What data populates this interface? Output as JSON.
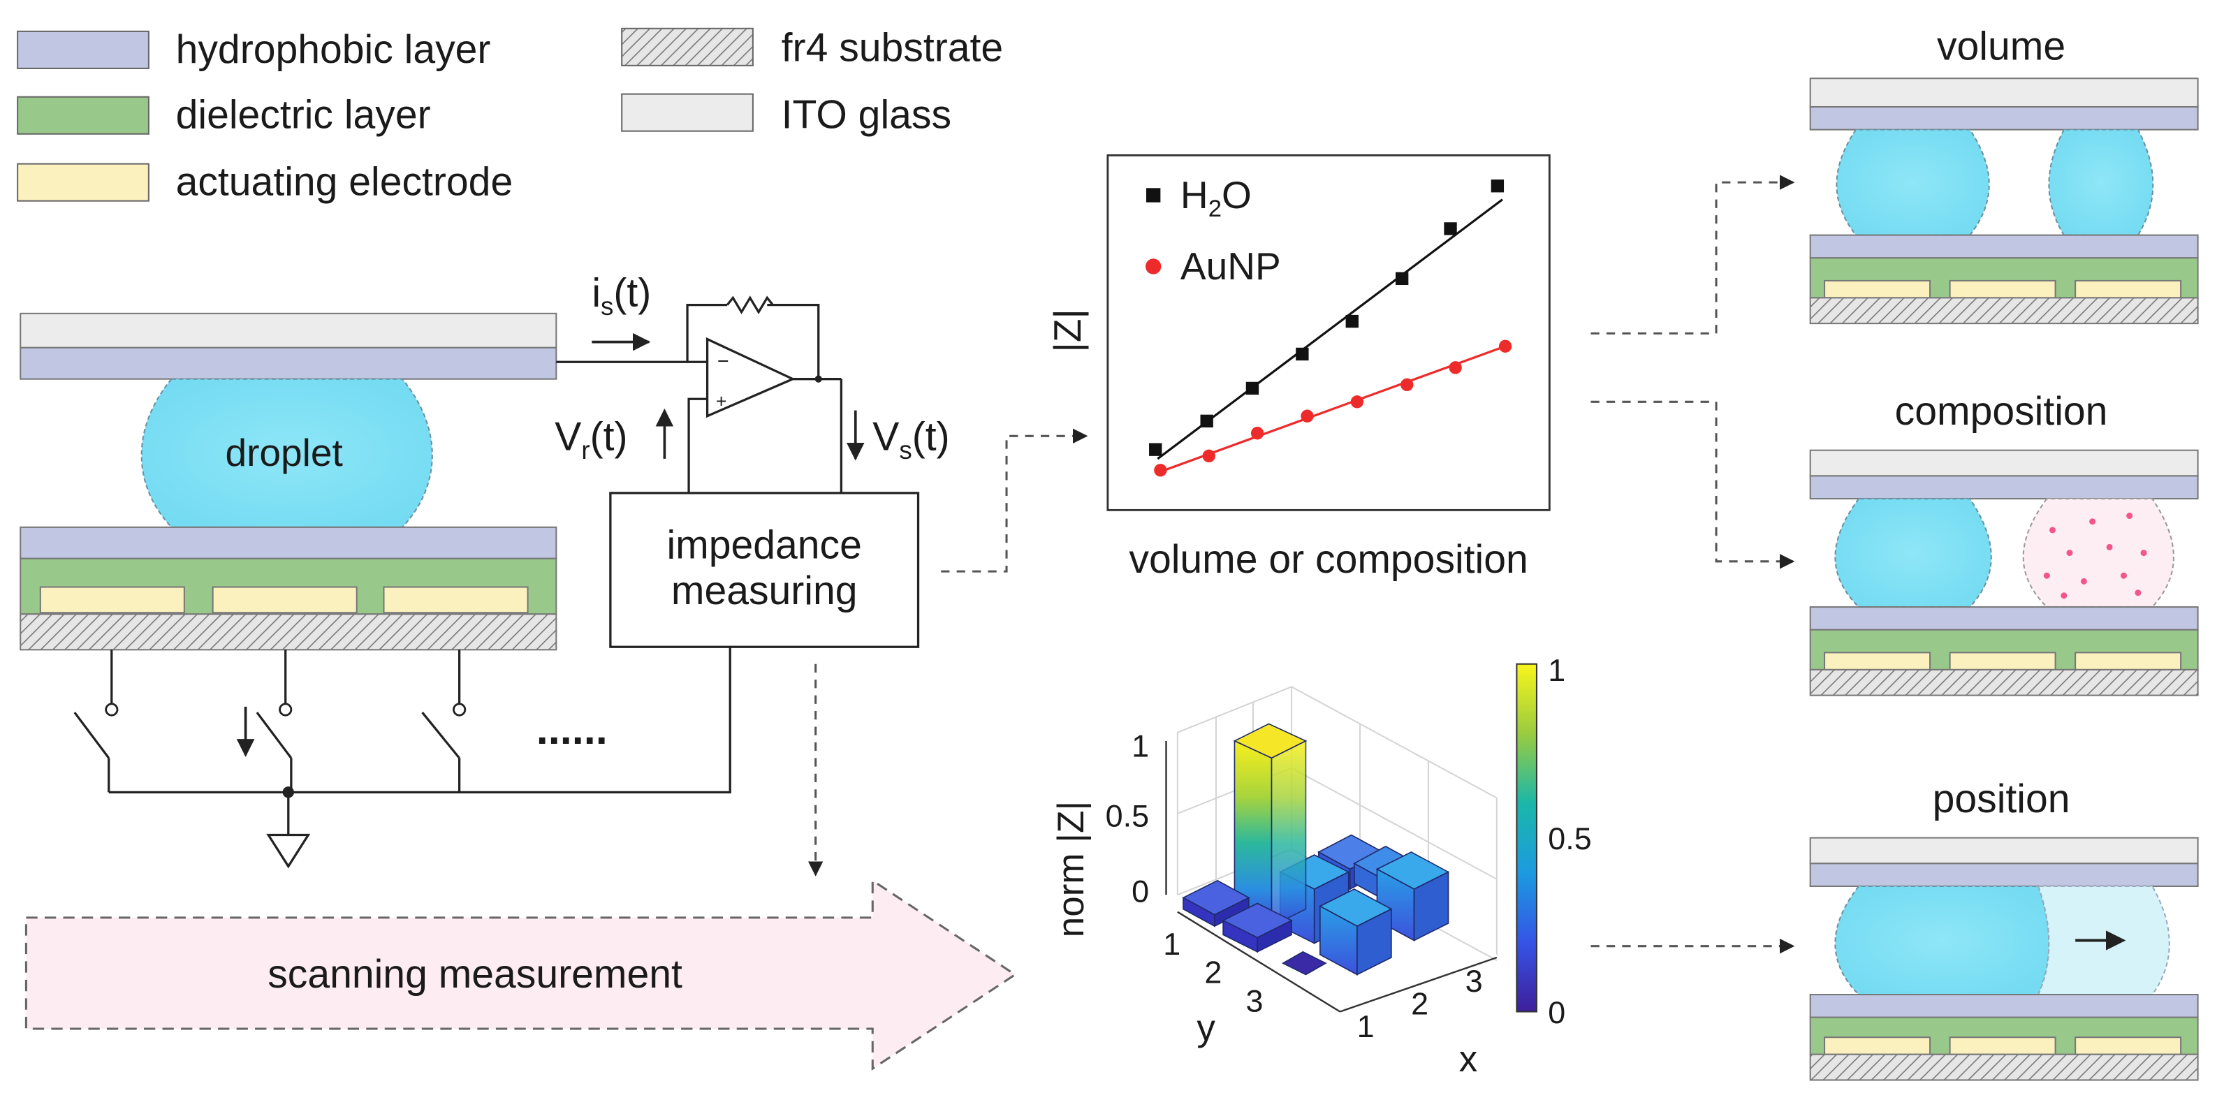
{
  "legend": {
    "hydrophobic": "hydrophobic layer",
    "dielectric": "dielectric layer",
    "electrode": "actuating electrode",
    "fr4": "fr4 substrate",
    "ito": "ITO glass"
  },
  "circuit": {
    "droplet": "droplet",
    "is_main": "i",
    "is_sub": "s",
    "is_tail": "(t)",
    "vr_main": "V",
    "vr_sub": "r",
    "vr_tail": "(t)",
    "vs_main": "V",
    "vs_sub": "s",
    "vs_tail": "(t)",
    "impedance_line1": "impedance",
    "impedance_line2": "measuring",
    "dots": "......",
    "scanning": "scanning measurement"
  },
  "plot": {
    "ylabel": "|Z|",
    "xlabel": "volume or composition",
    "legend_h2o_main": "H",
    "legend_h2o_sub": "2",
    "legend_h2o_tail": "O",
    "legend_aunp": "AuNP",
    "colors": {
      "h2o": "#111111",
      "aunp": "#ee2b2b"
    }
  },
  "chart_data": {
    "type": "bar",
    "zlabel": "norm |Z|",
    "xlabel": "x",
    "ylabel": "y",
    "x_ticks": [
      "1",
      "2",
      "3"
    ],
    "y_ticks": [
      "1",
      "2",
      "3"
    ],
    "z_ticks": [
      "0",
      "0.5",
      "1"
    ],
    "colorbar_ticks": [
      "0",
      "0.5",
      "1"
    ],
    "zlim": [
      0,
      1
    ]
  },
  "panels": {
    "volume": "volume",
    "composition": "composition",
    "position": "position"
  }
}
